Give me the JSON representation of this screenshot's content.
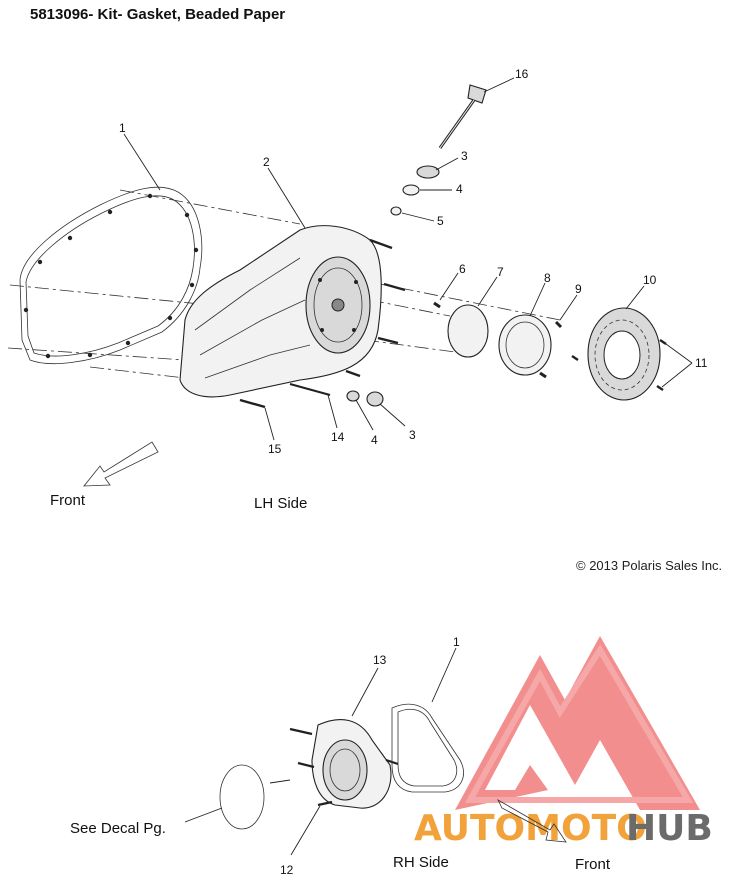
{
  "title": "5813096- Kit- Gasket, Beaded Paper",
  "copyright": "© 2013 Polaris Sales Inc.",
  "lh": {
    "side_label": "LH Side",
    "front_label": "Front",
    "callouts": {
      "c1": "1",
      "c2": "2",
      "c3a": "3",
      "c4a": "4",
      "c5": "5",
      "c6": "6",
      "c7": "7",
      "c8": "8",
      "c9": "9",
      "c10": "10",
      "c11": "11",
      "c14": "14",
      "c4b": "4",
      "c3b": "3",
      "c15": "15",
      "c16": "16"
    }
  },
  "rh": {
    "side_label": "RH Side",
    "front_label": "Front",
    "decal_note": "See Decal Pg.",
    "callouts": {
      "c13": "13",
      "c1": "1",
      "c12": "12"
    }
  },
  "watermark": {
    "word_a": "AUTOMOTO",
    "word_b": "HUB",
    "color_a": "#f2a23a",
    "color_b": "#6b6b6b",
    "logo_color": "#f07b7b"
  }
}
